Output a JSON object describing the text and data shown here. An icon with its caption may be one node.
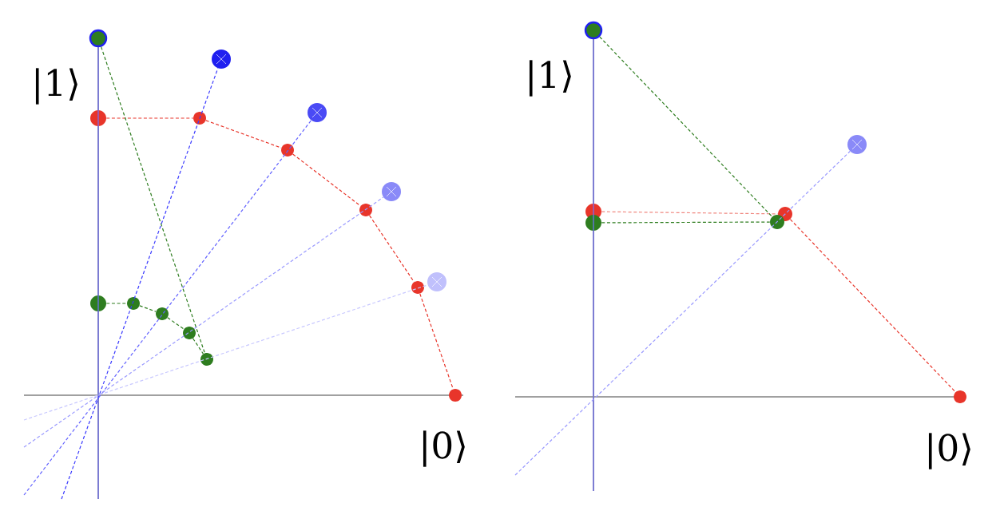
{
  "diagram": {
    "nodes": [
      {
        "text": [],
        "shape": "circle"
      },
      {
        "text": [],
        "shape": "circle"
      },
      {
        "text": [],
        "shape": "circle"
      },
      {
        "text": [],
        "shape": "circle"
      },
      {
        "text": [],
        "shape": "circle"
      },
      {
        "text": [],
        "shape": "circle"
      },
      {
        "text": [],
        "shape": "circle"
      },
      {
        "text": [],
        "shape": "circle"
      },
      {
        "text": [],
        "shape": "circle"
      },
      {
        "text": [],
        "shape": "circle"
      },
      {
        "text": [],
        "shape": "circle"
      },
      {
        "text": [],
        "shape": "circle"
      },
      {
        "text": [],
        "shape": "circle"
      },
      {
        "text": [],
        "shape": "circle"
      },
      {
        "text": [],
        "shape": "circle"
      },
      {
        "text": [],
        "shape": "circle"
      },
      {
        "text": [],
        "shape": "circle"
      },
      {
        "text": [],
        "shape": "circle"
      },
      {
        "text": [],
        "shape": "circle"
      },
      {
        "text": [],
        "shape": "circle"
      },
      {
        "text": [],
        "shape": "circle"
      },
      {
        "text": [],
        "shape": "circle"
      },
      {
        "text": [],
        "shape": "circle"
      }
    ],
    "edges": [
      {
        "from": 3,
        "to": 4,
        "arrow": "none",
        "style": "dashed",
        "color": "#e8352a"
      },
      {
        "from": 4,
        "to": 5,
        "arrow": "none",
        "style": "dashed",
        "color": "#e8352a"
      },
      {
        "from": 5,
        "to": 7,
        "arrow": "none",
        "style": "dashed",
        "color": "#e8352a"
      },
      {
        "from": 7,
        "to": 9,
        "arrow": "none",
        "style": "dashed",
        "color": "#e8352a"
      },
      {
        "from": 9,
        "to": 15,
        "arrow": "none",
        "style": "dashed",
        "color": "#e8352a"
      },
      {
        "from": 10,
        "to": 11,
        "arrow": "none",
        "style": "dashed",
        "color": "#2e7d1f"
      },
      {
        "from": 11,
        "to": 12,
        "arrow": "none",
        "style": "dashed",
        "color": "#2e7d1f"
      },
      {
        "from": 12,
        "to": 13,
        "arrow": "none",
        "style": "dashed",
        "color": "#2e7d1f"
      },
      {
        "from": 13,
        "to": 14,
        "arrow": "none",
        "style": "dashed",
        "color": "#2e7d1f"
      },
      {
        "from": 0,
        "to": 14,
        "arrow": "none",
        "style": "dashed",
        "color": "#2e7d1f"
      },
      {
        "from": null,
        "to": 0,
        "arrow": "none",
        "color": "#7070ff"
      },
      {
        "from": null,
        "to": 1,
        "arrow": "none",
        "style": "dashed",
        "color": "#3a3aff"
      },
      {
        "from": null,
        "to": 2,
        "arrow": "none",
        "style": "dashed",
        "color": "#6262ff"
      },
      {
        "from": null,
        "to": 6,
        "arrow": "none",
        "style": "dashed",
        "color": "#9a9aff"
      },
      {
        "from": null,
        "to": 8,
        "arrow": "none",
        "style": "dashed",
        "color": "#c8c8ff"
      },
      {
        "from": 18,
        "to": 19,
        "arrow": "none",
        "style": "dashed",
        "color": "#f08880"
      },
      {
        "from": 19,
        "to": 22,
        "arrow": "none",
        "style": "dashed",
        "color": "#e8352a"
      },
      {
        "from": 20,
        "to": 21,
        "arrow": "none",
        "style": "dashed",
        "color": "#2e7d1f"
      },
      {
        "from": 16,
        "to": 21,
        "arrow": "none",
        "style": "dashed",
        "color": "#2e7d1f"
      },
      {
        "from": null,
        "to": 16,
        "arrow": "none",
        "color": "#7070ff"
      },
      {
        "from": null,
        "to": 17,
        "arrow": "none",
        "style": "dashed",
        "color": "#9a9aff"
      }
    ],
    "labels": [
      "|1⟩",
      "|0⟩",
      "|1⟩",
      "|0⟩"
    ]
  }
}
